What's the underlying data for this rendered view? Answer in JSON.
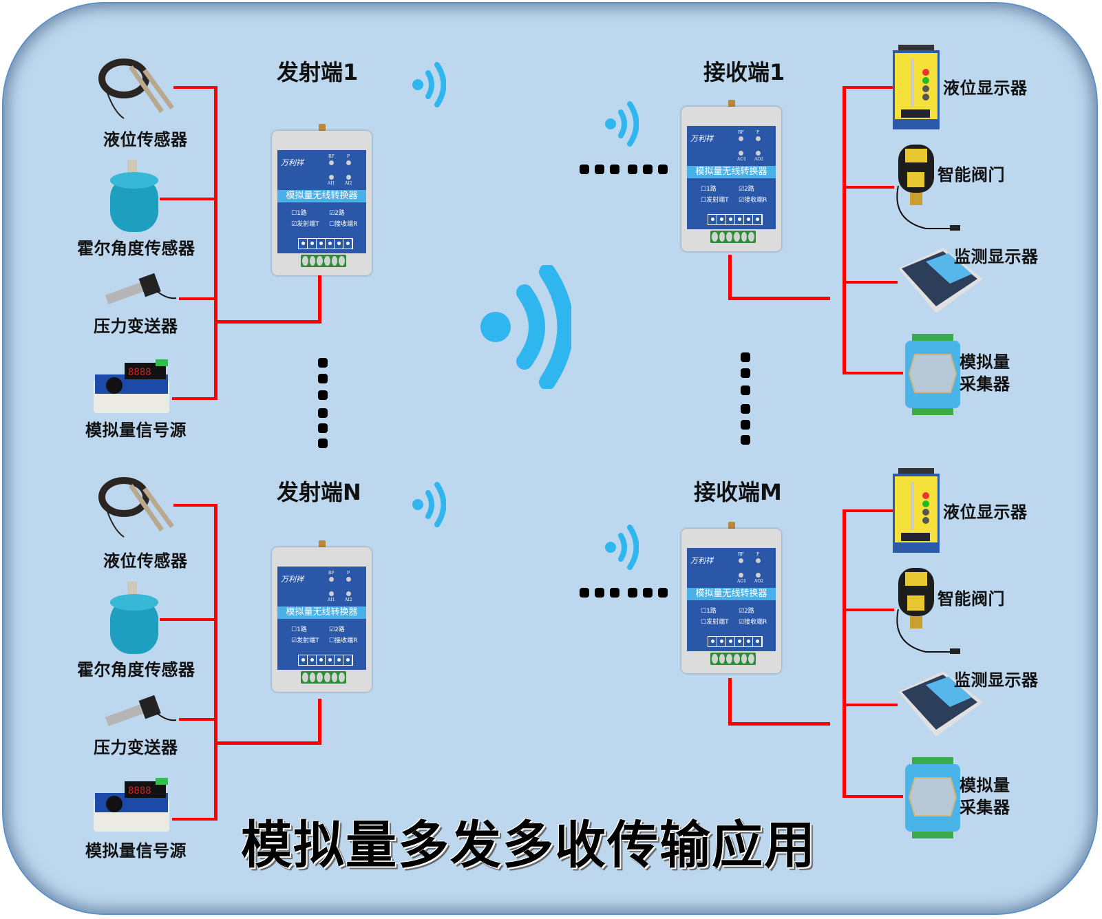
{
  "title": "模拟量多发多收传输应用",
  "colors": {
    "background": "#bdd7ee",
    "wire": "#ff0000",
    "signal": "#2fb6ee",
    "device_face": "#2b57a8"
  },
  "transmitters": [
    {
      "header": "发射端1",
      "sensors": [
        "液位传感器",
        "霍尔角度传感器",
        "压力变送器",
        "模拟量信号源"
      ]
    },
    {
      "header": "发射端N",
      "sensors": [
        "液位传感器",
        "霍尔角度传感器",
        "压力变送器",
        "模拟量信号源"
      ]
    }
  ],
  "receivers": [
    {
      "header": "接收端1",
      "outputs": [
        "液位显示器",
        "智能阀门",
        "监测显示器",
        "模拟量采集器"
      ]
    },
    {
      "header": "接收端M",
      "outputs": [
        "液位显示器",
        "智能阀门",
        "监测显示器",
        "模拟量采集器"
      ]
    }
  ],
  "device": {
    "brand": "万利祥",
    "model_band": "模拟量无线转换器",
    "leds_tx": [
      "RF",
      "P",
      "AI1",
      "AI2"
    ],
    "leds_rx": [
      "RF",
      "P",
      "AO1",
      "AO2"
    ],
    "opt_1": "☐1路",
    "opt_2": "☑2路",
    "tx_opt_t": "☑发射端T",
    "tx_opt_r": "☐接收端R",
    "rx_opt_t": "☐发射端T",
    "rx_opt_r": "☑接收端R",
    "icons": [
      "antenna-icon",
      "terminal-block-icon"
    ]
  },
  "icons": [
    "wireless-signal-icon",
    "ellipsis-dots"
  ]
}
